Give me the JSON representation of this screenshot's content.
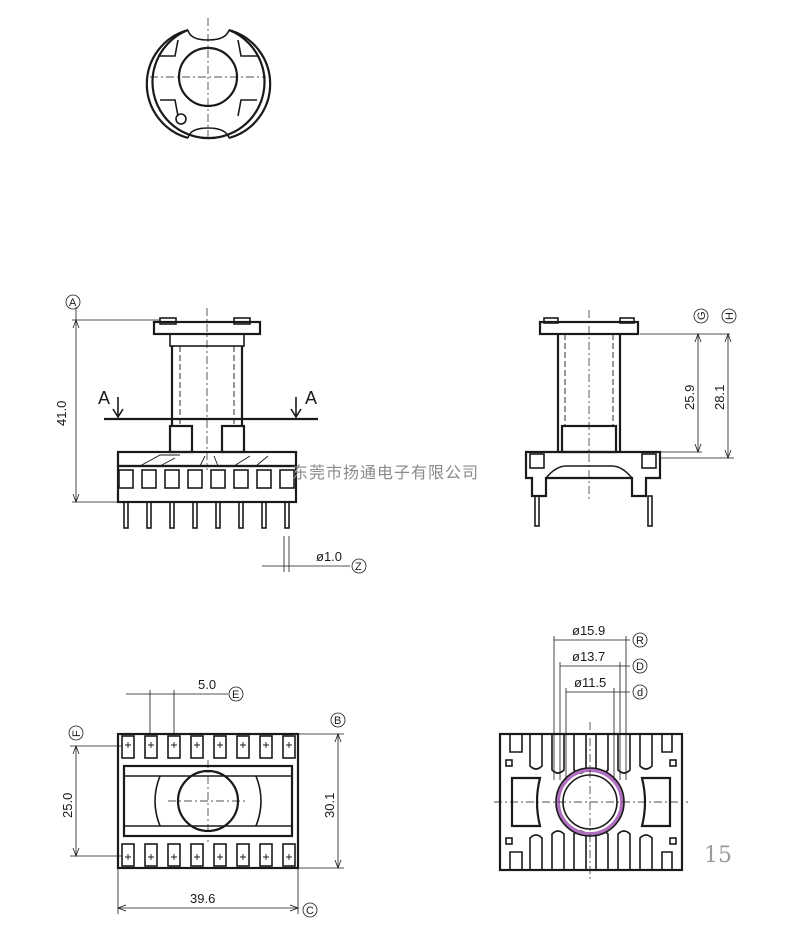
{
  "dimensions": {
    "height_total": "41.0",
    "height_259": "25.9",
    "height_281": "28.1",
    "pin_dia": "ø1.0",
    "pitch": "5.0",
    "depth": "25.0",
    "depth_outer": "30.1",
    "width": "39.6",
    "dia_R": "ø15.9",
    "dia_D": "ø13.7",
    "dia_d": "ø11.5"
  },
  "labels": {
    "A": "A",
    "B": "B",
    "C": "C",
    "D": "D",
    "d": "d",
    "E": "E",
    "F": "F",
    "G": "G",
    "H": "H",
    "R": "R",
    "Z": "Z",
    "section_left": "A",
    "section_right": "A"
  },
  "watermark": "东莞市扬通电子有限公司",
  "page_number": "15",
  "colors": {
    "line": "#1a1a1a",
    "highlight": "#b070c0",
    "watermark": "#8a8a8a"
  }
}
